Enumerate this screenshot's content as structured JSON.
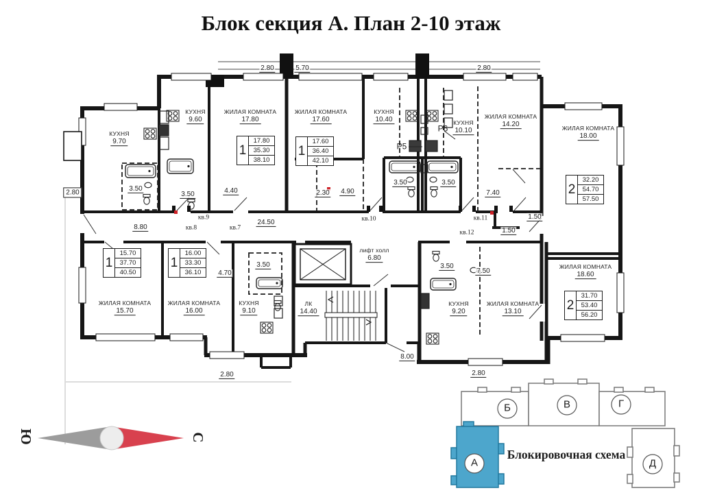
{
  "title": "Блок секция А. План 2-10 этаж",
  "plan": {
    "rooms": [
      {
        "name": "КУХНЯ",
        "area": "9.70"
      },
      {
        "name": "КУХНЯ",
        "area": "9.60"
      },
      {
        "name": "ЖИЛАЯ КОМНАТА",
        "area": "17.80"
      },
      {
        "name": "ЖИЛАЯ КОМНАТА",
        "area": "17.60"
      },
      {
        "name": "КУХНЯ",
        "area": "10.40"
      },
      {
        "name": "КУХНЯ",
        "area": "10.10"
      },
      {
        "name": "ЖИЛАЯ КОМНАТА",
        "area": "14.20"
      },
      {
        "name": "ЖИЛАЯ КОМНАТА",
        "area": "18.00"
      },
      {
        "name": "ЖИЛАЯ КОМНАТА",
        "area": "15.70"
      },
      {
        "name": "ЖИЛАЯ КОМНАТА",
        "area": "16.00"
      },
      {
        "name": "КУХНЯ",
        "area": "9.10"
      },
      {
        "name": "ЛК",
        "area": "14.40"
      },
      {
        "name": "лифт холл",
        "area": "6.80"
      },
      {
        "name": "КУХНЯ",
        "area": "9.20"
      },
      {
        "name": "ЖИЛАЯ КОМНАТА",
        "area": "13.10"
      },
      {
        "name": "ЖИЛАЯ КОМНАТА",
        "area": "18.60"
      }
    ],
    "stamps": [
      {
        "apt": "1",
        "rows": [
          "17.80",
          "35.30",
          "38.10"
        ]
      },
      {
        "apt": "1",
        "rows": [
          "17.60",
          "36.40",
          "42.10"
        ]
      },
      {
        "apt": "2",
        "rows": [
          "32.20",
          "54.70",
          "57.50"
        ]
      },
      {
        "apt": "1",
        "rows": [
          "15.70",
          "37.70",
          "40.50"
        ]
      },
      {
        "apt": "1",
        "rows": [
          "16.00",
          "33.30",
          "36.10"
        ]
      },
      {
        "apt": "2",
        "rows": [
          "31.70",
          "53.40",
          "56.20"
        ]
      }
    ],
    "dims": [
      "2.80",
      "5.70",
      "2.80",
      "2.80",
      "3.50",
      "3.50",
      "4.40",
      "2.30",
      "4.90",
      "3.50",
      "3.50",
      "7.40",
      "8.80",
      "24.50",
      "1.50",
      "1.50",
      "4.70",
      "3.50",
      "3.50",
      "7.50",
      "8.00",
      "2.80",
      "2.80"
    ],
    "kv": [
      "кв.9",
      "кв.8",
      "кв.7",
      "кв.10",
      "кв.11",
      "кв.12"
    ],
    "risers": [
      "Р5",
      "Р6"
    ]
  },
  "compass": {
    "south": "Ю",
    "north": "С"
  },
  "scheme": {
    "title": "Блокировочная схема",
    "blocks": [
      "А",
      "Б",
      "В",
      "Г",
      "Д"
    ],
    "highlight": "А",
    "highlight_color": "#4da6cc"
  }
}
